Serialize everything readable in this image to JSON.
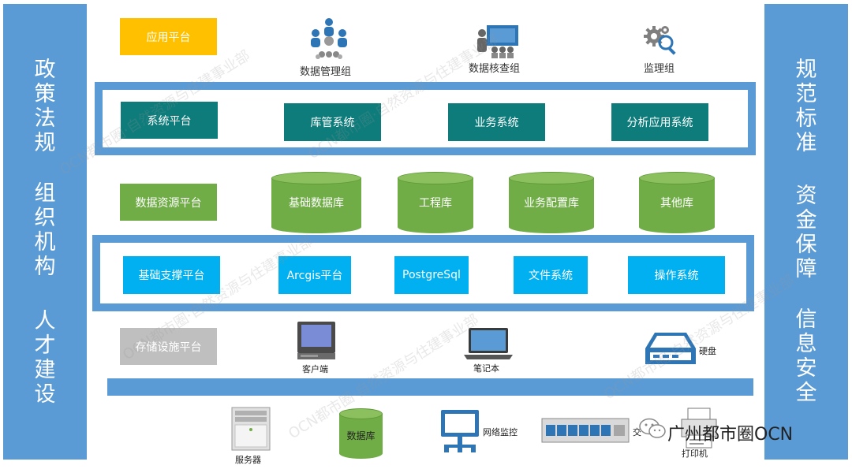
{
  "left_panel": [
    "政策法规",
    "组织机构",
    "人才建设"
  ],
  "right_panel": [
    "规范标准",
    "资金保障",
    "信息安全"
  ],
  "rows": {
    "application": {
      "platform": "应用平台",
      "groups": [
        "数据管理组",
        "数据核查组",
        "监理组"
      ]
    },
    "system": {
      "platform": "系统平台",
      "items": [
        "库管系统",
        "业务系统",
        "分析应用系统"
      ]
    },
    "data_resource": {
      "platform": "数据资源平台",
      "databases": [
        "基础数据库",
        "工程库",
        "业务配置库",
        "其他库"
      ]
    },
    "support": {
      "platform": "基础支撑平台",
      "items": [
        "Arcgis平台",
        "PostgreSql",
        "文件系统",
        "操作系统"
      ]
    },
    "storage": {
      "platform": "存储设施平台",
      "devices": [
        "客户端",
        "笔记本",
        "硬盘"
      ]
    },
    "hardware": {
      "server": "服务器",
      "database": "数据库",
      "network_monitor": "网络监控",
      "switch_partial": "交",
      "printer": "打印机"
    }
  },
  "watermark": "OCN都市圈·自然资源与住建事业部",
  "brand": "广州都市圈OCN"
}
